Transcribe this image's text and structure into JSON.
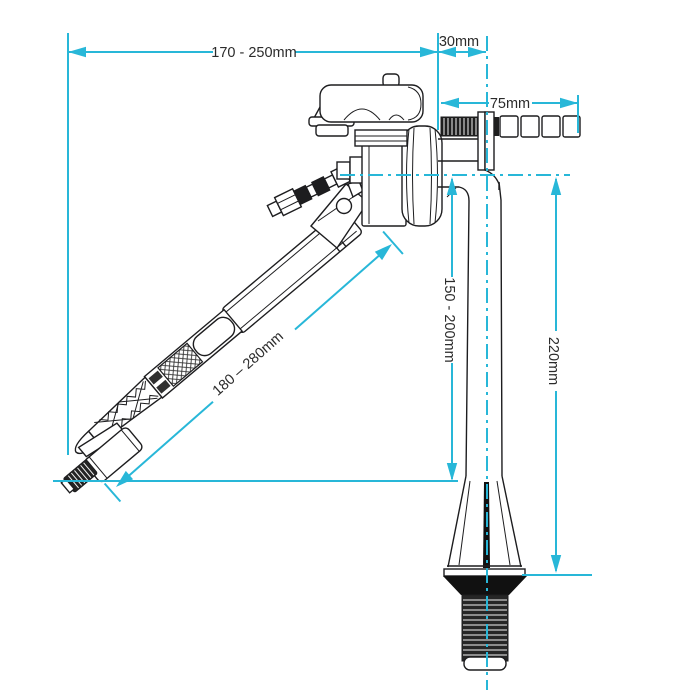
{
  "colors": {
    "dimension": "#28b7d8",
    "line": "#1d1d1f",
    "background": "#ffffff",
    "dark_fill": "#1d1d1f"
  },
  "drawing": {
    "title": "Dimensioned technical drawing of a toilet cistern fill valve with adjustable float arm",
    "labels": {
      "width_range": "170 - 250mm",
      "outlet_offset": "30mm",
      "inlet_rod_length": "75mm",
      "adjustable_height_range": "150 - 200mm",
      "overall_height": "220mm",
      "float_arm_range": "180 – 280mm"
    }
  }
}
